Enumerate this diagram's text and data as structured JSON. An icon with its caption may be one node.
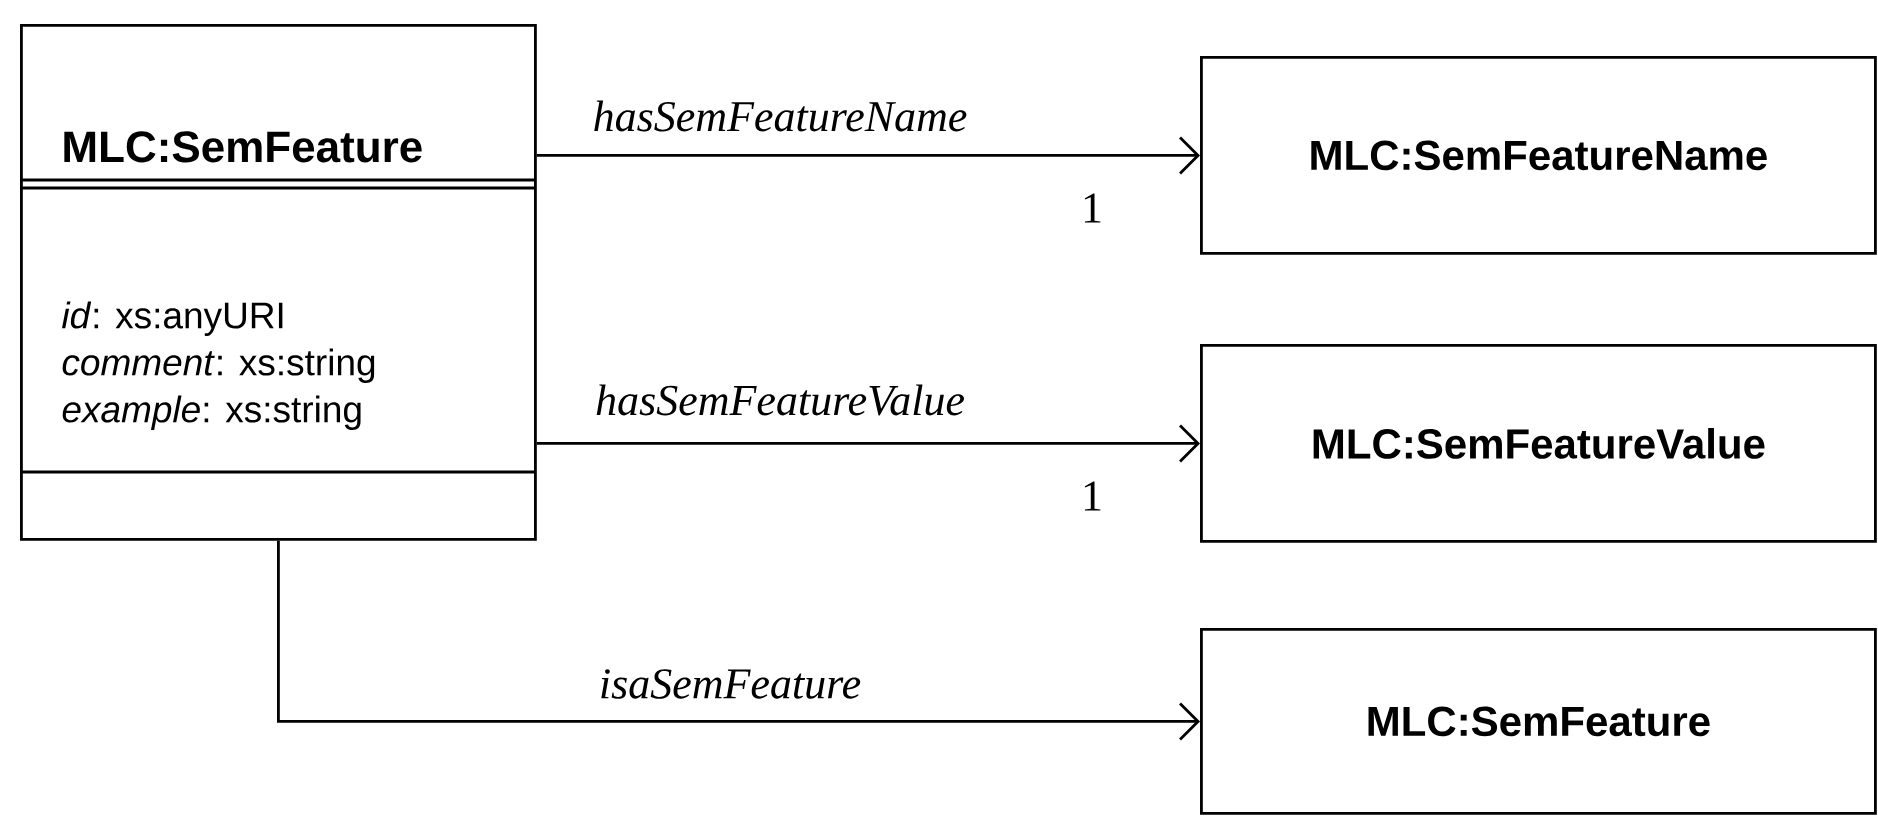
{
  "diagram": {
    "nodes": [
      {
        "text": [
          "MLC:SemFeature",
          "*id*: xs:anyURI",
          "*comment*: xs:string",
          "*example*: xs:string"
        ]
      },
      {
        "text": [
          "MLC:SemFeatureName"
        ]
      },
      {
        "text": [
          "MLC:SemFeatureValue"
        ]
      },
      {
        "text": [
          "MLC:SemFeature"
        ]
      }
    ],
    "edges": [
      {
        "from": 0,
        "to": 1,
        "arrow": "to",
        "label": "hasSemFeatureName"
      },
      {
        "from": 0,
        "to": 2,
        "arrow": "to",
        "label": "hasSemFeatureValue"
      },
      {
        "from": 0,
        "to": 3,
        "arrow": "to",
        "label": "isaSemFeature"
      }
    ],
    "labels": [
      "1",
      "1"
    ]
  }
}
